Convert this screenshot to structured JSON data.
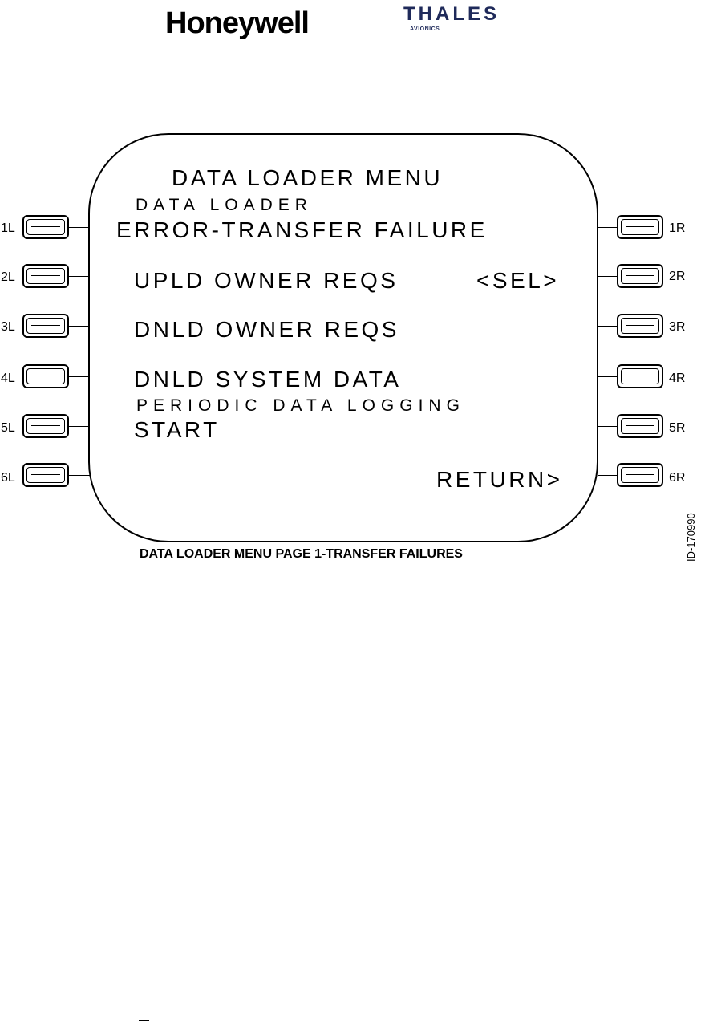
{
  "logos": {
    "honeywell": "Honeywell",
    "thales": "THALES",
    "avionics": "AVIONICS"
  },
  "screen": {
    "title": "DATA LOADER MENU",
    "lines": {
      "l1_label": "DATA LOADER",
      "l1_value": "ERROR-TRANSFER FAILURE",
      "l2": "UPLD OWNER REQS",
      "r2": "<SEL>",
      "l3": "DNLD OWNER REQS",
      "l4": "DNLD SYSTEM DATA",
      "l5_label": "PERIODIC DATA LOGGING",
      "l5_value": "START",
      "r6": "RETURN>"
    }
  },
  "keys": {
    "left": [
      "1L",
      "2L",
      "3L",
      "4L",
      "5L",
      "6L"
    ],
    "right": [
      "1R",
      "2R",
      "3R",
      "4R",
      "5R",
      "6R"
    ]
  },
  "caption": "DATA LOADER MENU PAGE 1-TRANSFER FAILURES",
  "figure_id": "ID-170990"
}
